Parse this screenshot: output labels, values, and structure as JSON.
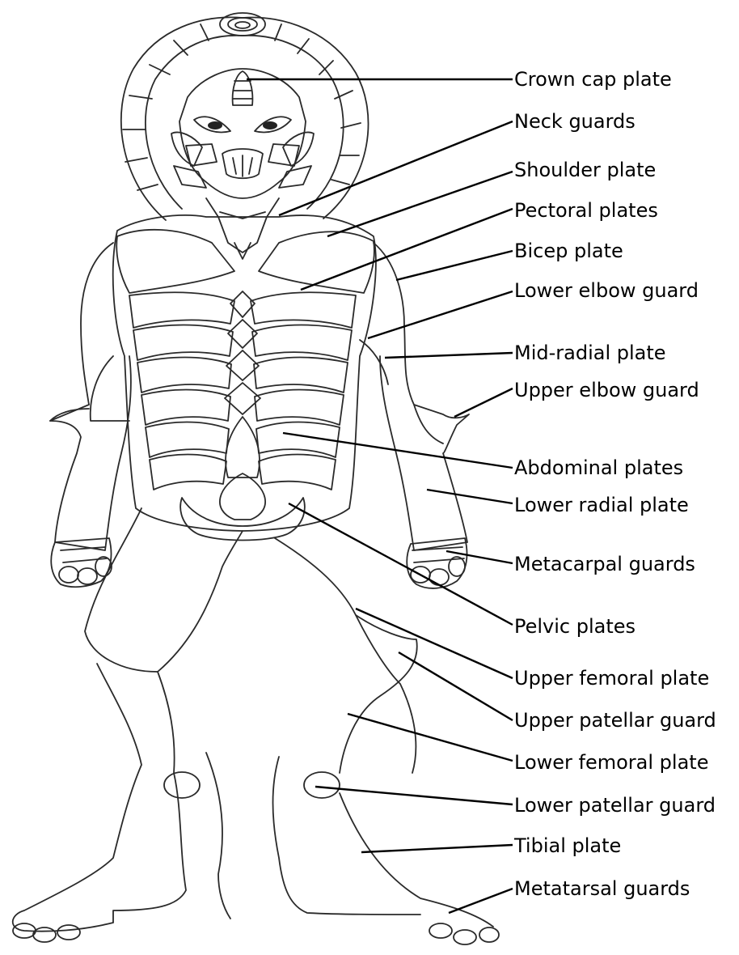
{
  "diagram": {
    "labels": [
      "Crown cap plate",
      "Neck guards",
      "Shoulder plate",
      "Pectoral plates",
      "Bicep plate",
      "Lower elbow guard",
      "Mid-radial plate",
      "Upper elbow guard",
      "Abdominal plates",
      "Lower radial plate",
      "Metacarpal guards",
      "Pelvic plates",
      "Upper femoral plate",
      "Upper patellar guard",
      "Lower femoral plate",
      "Lower patellar guard",
      "Tibial plate",
      "Metatarsal guards"
    ]
  }
}
